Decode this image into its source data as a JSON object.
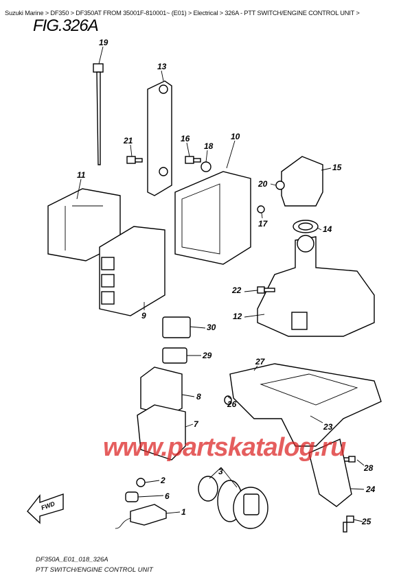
{
  "breadcrumb": [
    {
      "label": "Suzuki Marine"
    },
    {
      "label": "DF350"
    },
    {
      "label": "DF350AT FROM 35001F-810001~ (E01)"
    },
    {
      "label": "Electrical"
    },
    {
      "label": "326A - PTT SWITCH/ENGINE CONTROL UNIT"
    }
  ],
  "breadcrumb_sep": " > ",
  "figure_title": "FIG.326A",
  "watermark": "www.partskatalog.ru",
  "fwd_label": "FWD",
  "footer": {
    "code": "DF350A_E01_018_326A",
    "caption": "PTT SWITCH/ENGINE CONTROL UNIT"
  },
  "callouts": [
    "19",
    "13",
    "21",
    "16",
    "18",
    "10",
    "11",
    "15",
    "20",
    "17",
    "14",
    "9",
    "22",
    "12",
    "30",
    "29",
    "27",
    "8",
    "26",
    "7",
    "3",
    "23",
    "28",
    "2",
    "6",
    "24",
    "1",
    "25"
  ],
  "colors": {
    "watermark": "#dc2828"
  }
}
